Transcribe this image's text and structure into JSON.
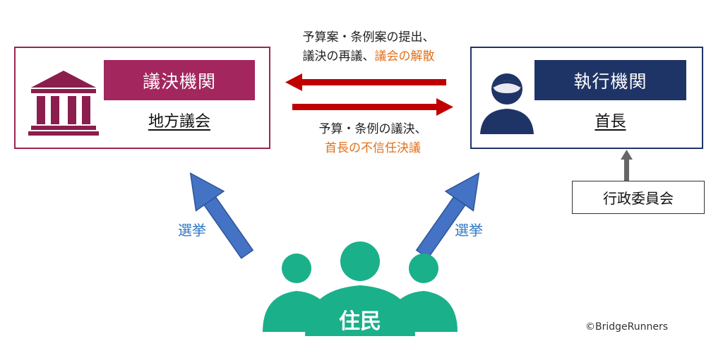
{
  "legislature": {
    "banner": "議決機関",
    "name": "地方議会",
    "icon": "courthouse-icon",
    "color": "#a3265e"
  },
  "executive": {
    "banner": "執行機関",
    "name": "首長",
    "icon": "person-icon",
    "color": "#1f3466"
  },
  "admin_committee": "行政委員会",
  "exec_to_leg": {
    "line1": "予算案・条例案の提出、",
    "line2_plain": "議決の再議、",
    "line2_highlight": "議会の解散"
  },
  "leg_to_exec": {
    "line1": "予算・条例の議決、",
    "line2_highlight": "首長の不信任決議"
  },
  "election_left": "選挙",
  "election_right": "選挙",
  "residents": {
    "label": "住民",
    "icon": "group-icon",
    "color": "#1ab08a"
  },
  "credit": "©BridgeRunners",
  "colors": {
    "red_arrow": "#c00000",
    "blue_arrow": "#4472c4",
    "highlight": "#e0701d"
  }
}
